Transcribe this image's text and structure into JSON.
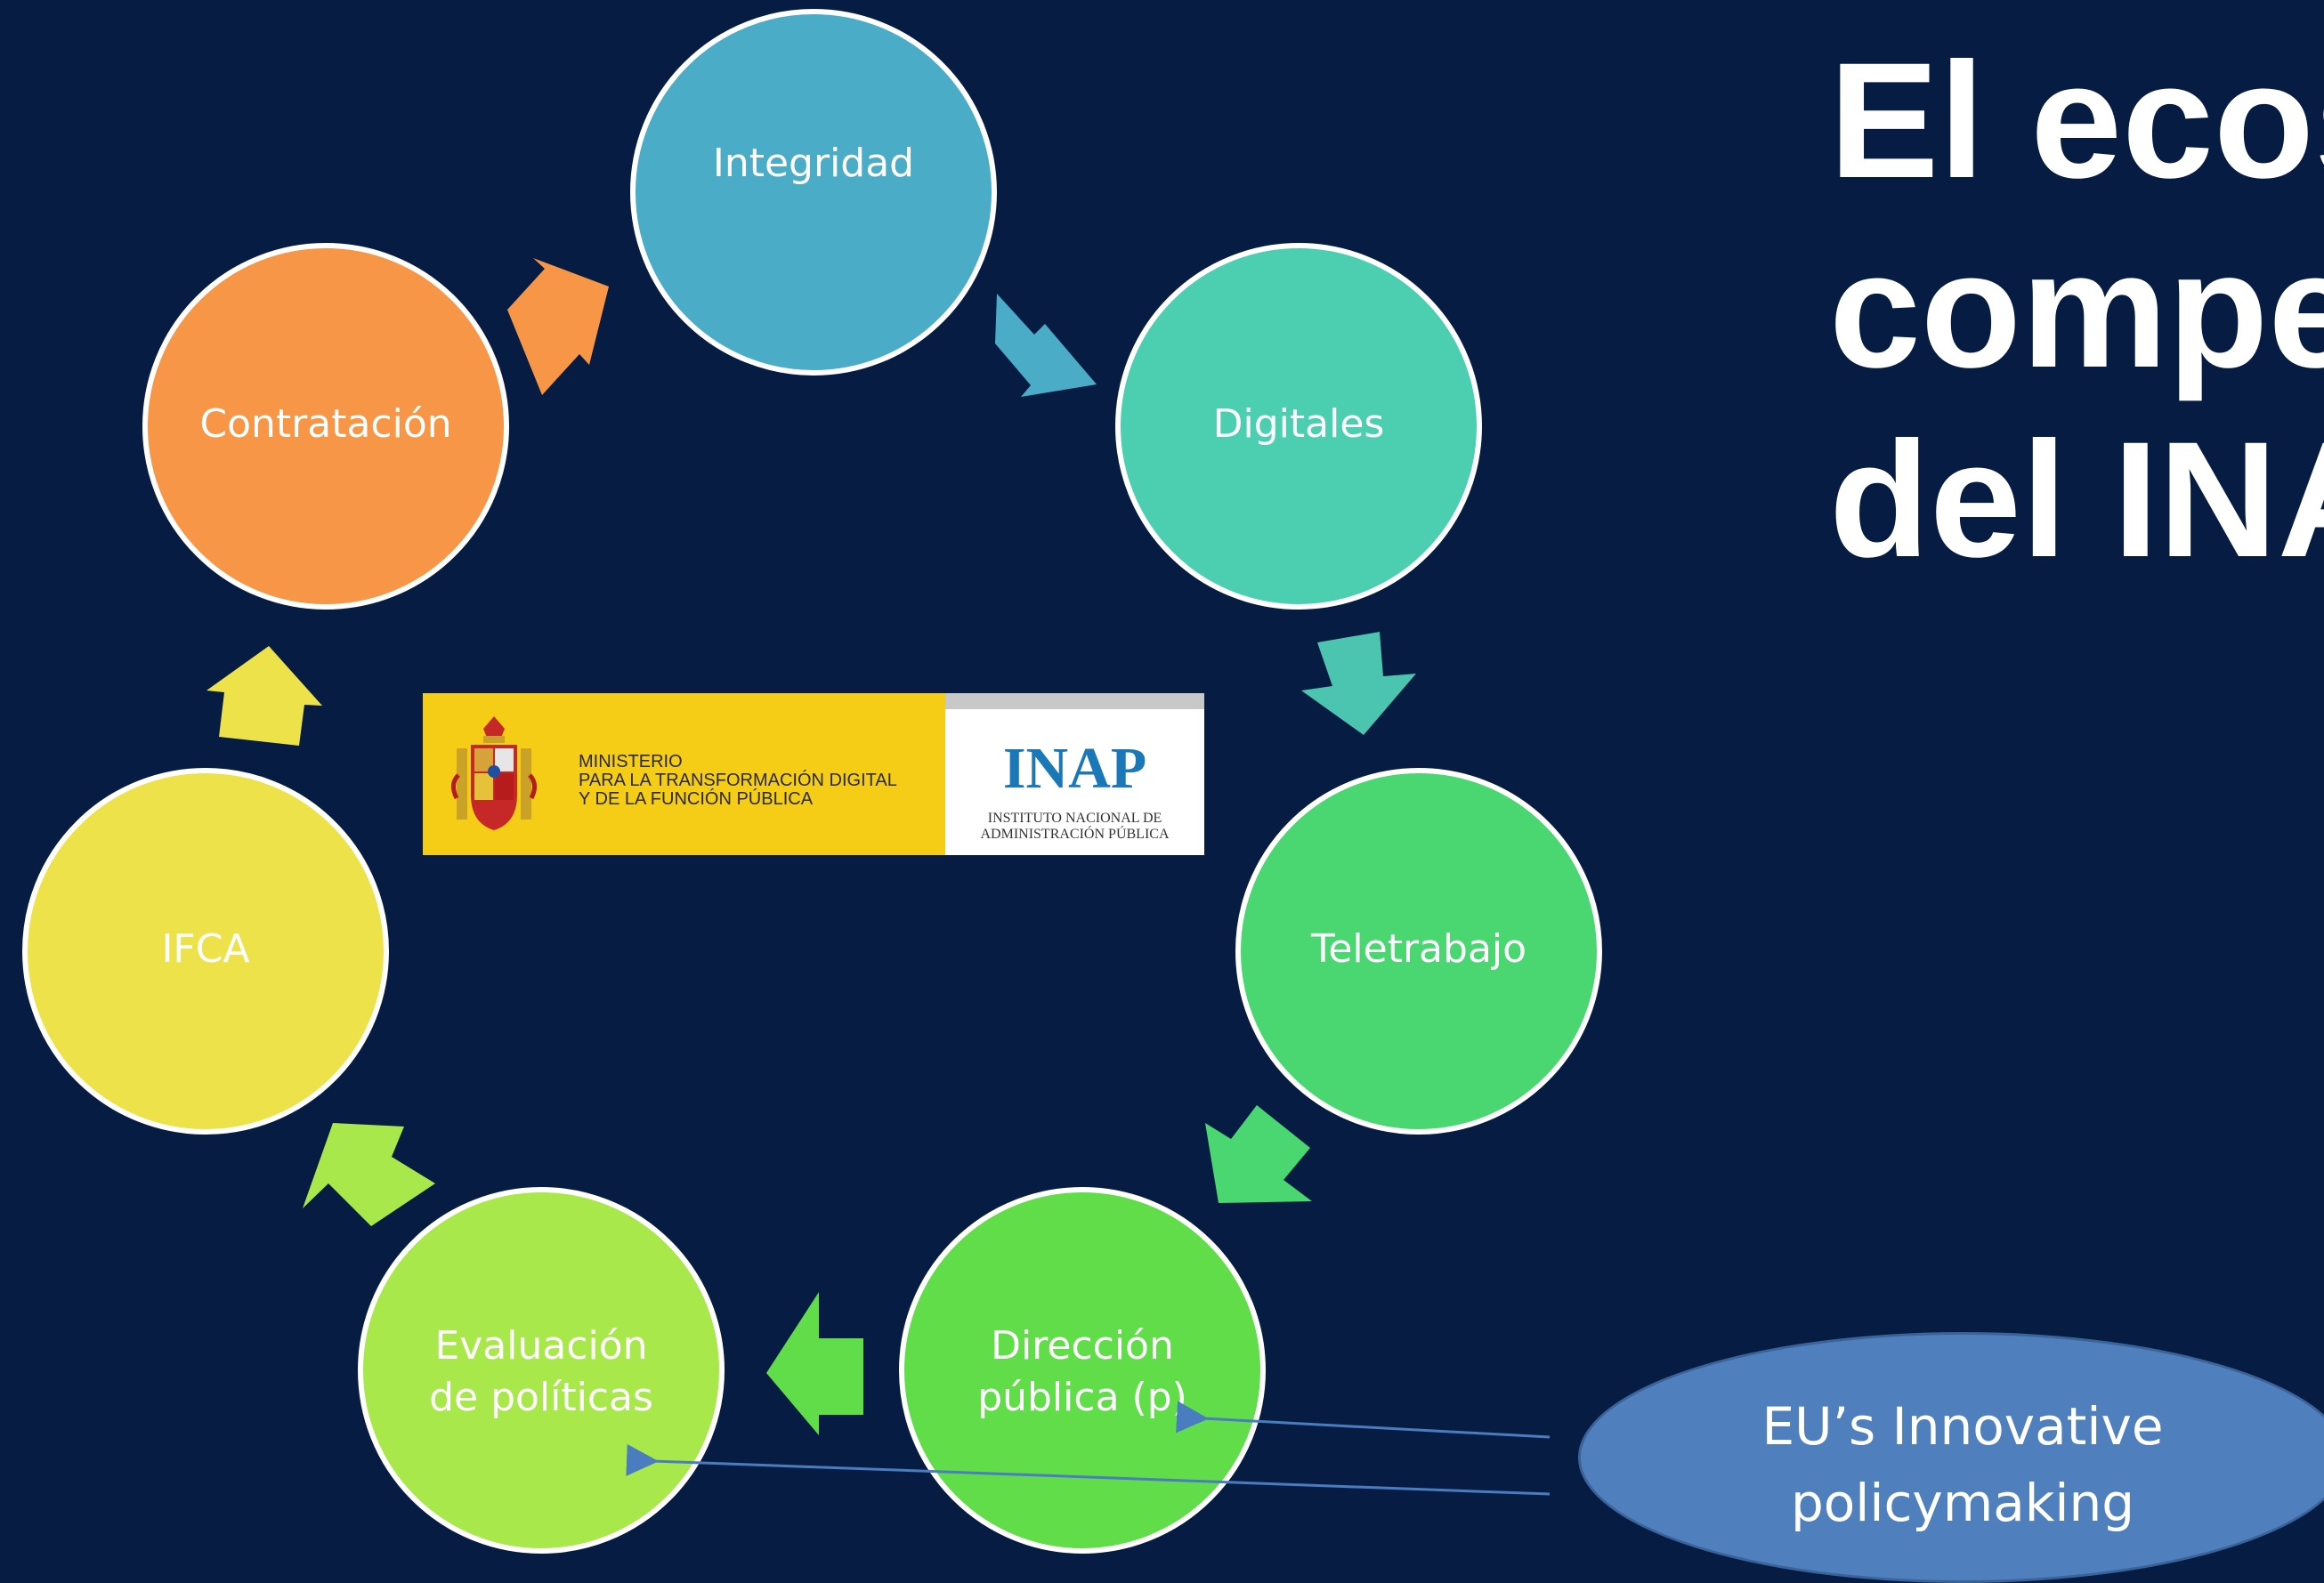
{
  "title_lines": [
    "El ecos",
    "compet",
    "del INA"
  ],
  "nodes": [
    {
      "label": "Integridad",
      "color": "#4aacc6"
    },
    {
      "label": "Digitales",
      "color": "#4bcfb0"
    },
    {
      "label": "Teletrabajo",
      "color": "#4ad671"
    },
    {
      "label": "Dirección pública (p)",
      "color": "#61dd4a"
    },
    {
      "label": "Evaluación de políticas",
      "color": "#a8e84a"
    },
    {
      "label": "IFCA",
      "color": "#ede24a"
    },
    {
      "label": "Contratación",
      "color": "#f79646"
    }
  ],
  "callout": {
    "line1": "EU’s Innovative",
    "line2": "policymaking",
    "color": "#4f7fbc"
  },
  "logo": {
    "ministry": "MINISTERIO\nPARA LA TRANSFORMACIÓN DIGITAL\nY DE LA FUNCIÓN PÚBLICA",
    "inap": "INAP",
    "inap_sub": "INSTITUTO NACIONAL DE\nADMINISTRACIÓN PÚBLICA"
  },
  "background_color": "#061c43"
}
